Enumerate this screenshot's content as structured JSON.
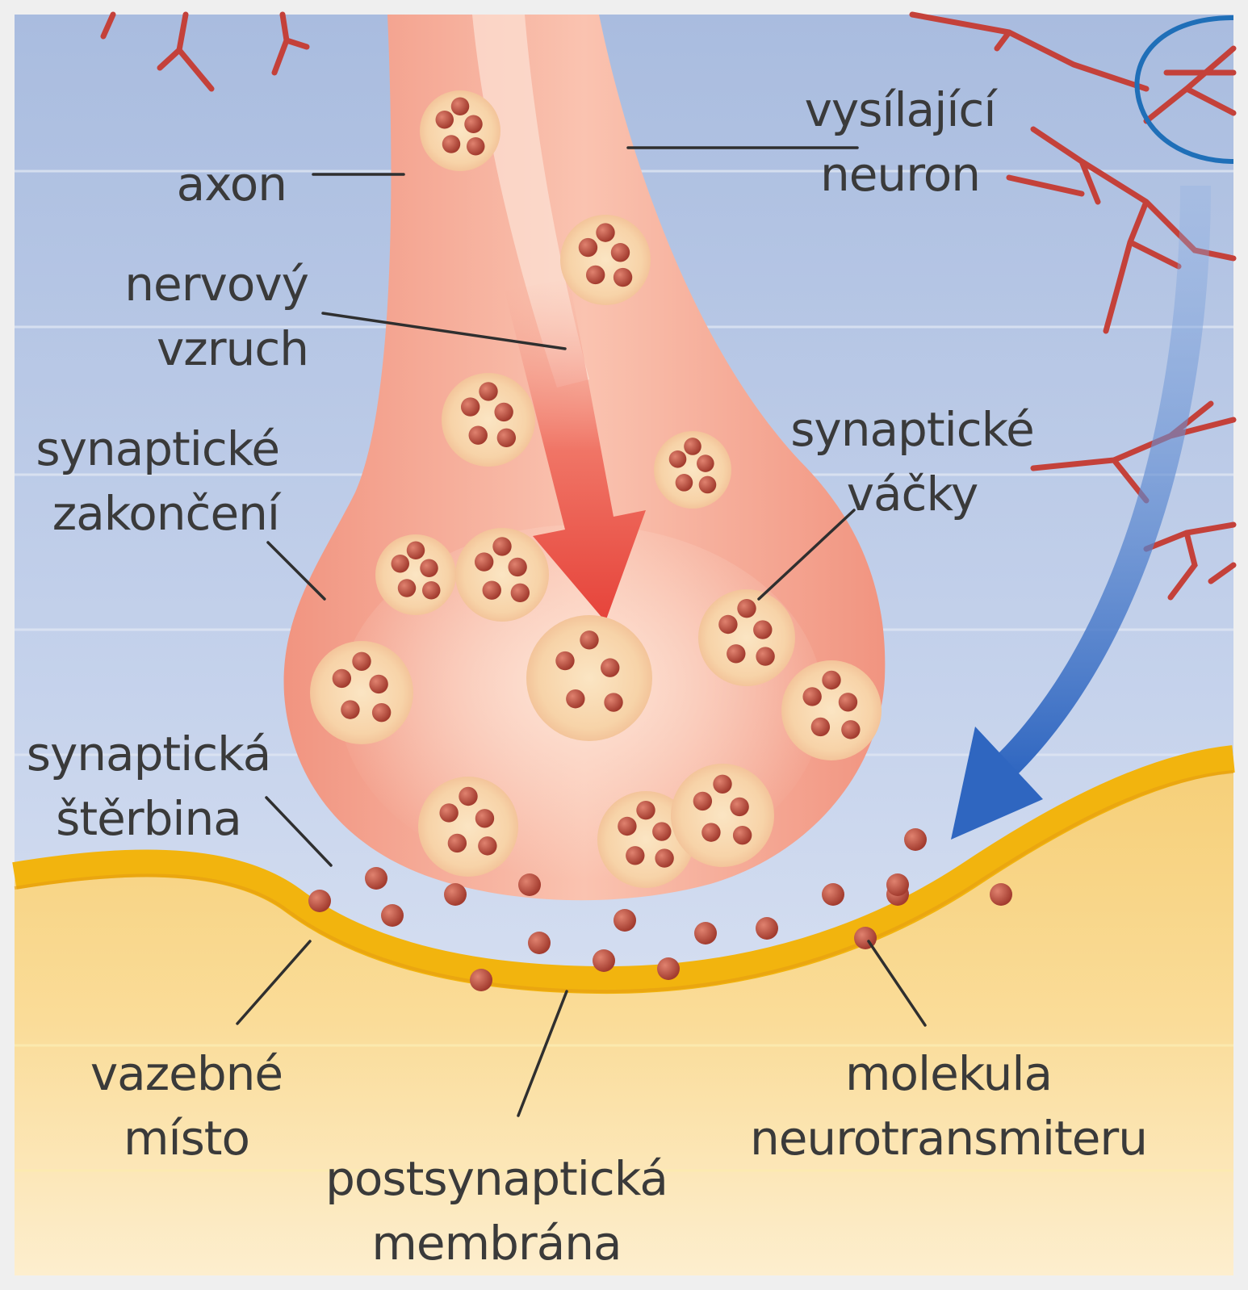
{
  "labels": {
    "axon": "axon",
    "sending_neuron": [
      "vysílající",
      "neuron"
    ],
    "nerve_impulse": [
      "nervový",
      "vzruch"
    ],
    "synaptic_terminal": [
      "synaptické",
      "zakončení"
    ],
    "synaptic_vesicles": [
      "synaptické",
      "váčky"
    ],
    "synaptic_cleft": [
      "synaptická",
      "štěrbina"
    ],
    "binding_site": [
      "vazebné",
      "místo"
    ],
    "postsynaptic_membrane": [
      "postsynaptická",
      "membrána"
    ],
    "neurotransmitter_molecule": [
      "molekula",
      "neurotransmiteru"
    ]
  },
  "colors": {
    "background_top": "#aabde0",
    "background_bottom": "#e1e8f4",
    "neuron": "#f4a08e",
    "vesicle": "#f8dbb4",
    "molecule": "#b8483a",
    "impulse_arrow": "#e8473c",
    "return_arrow": "#3f72c4",
    "membrane": "#f2b812",
    "postsynaptic_cell": "#f8d888",
    "label_text": "#3a3a3a",
    "leader_line": "#2f2f2f"
  }
}
